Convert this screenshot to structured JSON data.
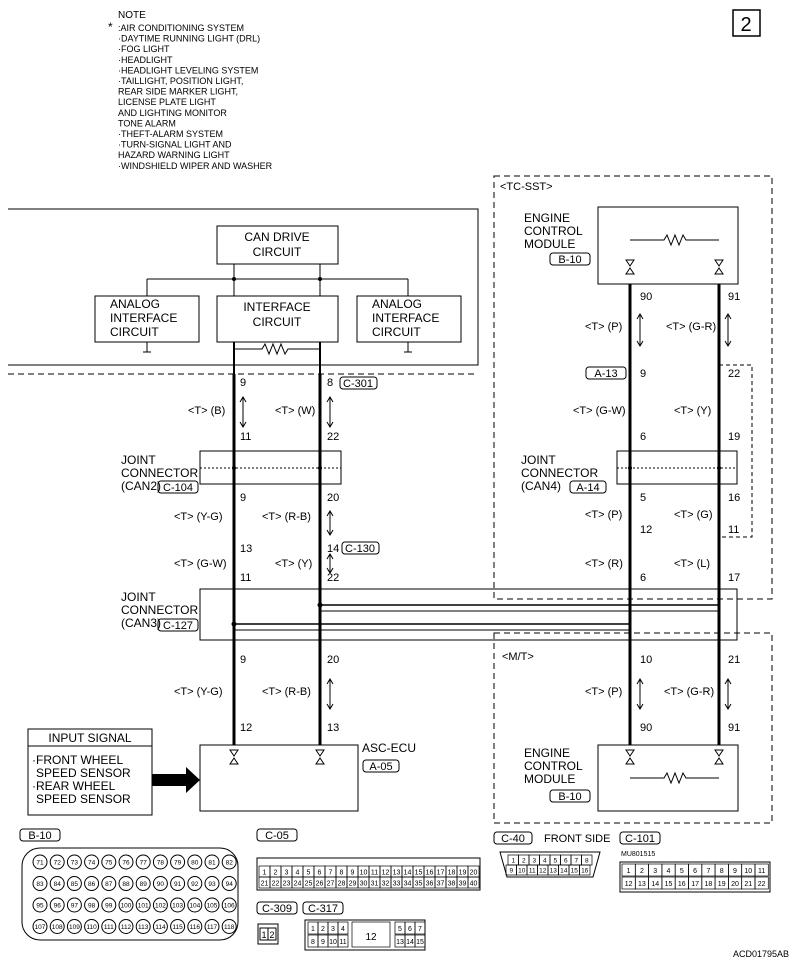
{
  "page_number": "2",
  "footer_code": "ACD01795AB",
  "note": {
    "title": "NOTE",
    "star": "*",
    "items": [
      ":AIR CONDITIONING SYSTEM",
      "·DAYTIME RUNNING LIGHT (DRL)",
      "·FOG LIGHT",
      "·HEADLIGHT",
      "·HEADLIGHT LEVELING SYSTEM",
      "·TAILLIGHT, POSITION LIGHT,",
      "REAR SIDE MARKER LIGHT,",
      "LICENSE PLATE LIGHT",
      "AND LIGHTING MONITOR",
      "TONE ALARM",
      "·THEFT-ALARM SYSTEM",
      "·TURN-SIGNAL LIGHT AND",
      "HAZARD WARNING LIGHT",
      "·WINDSHIELD WIPER AND WASHER"
    ]
  },
  "tc_sst_label": "<TC-SST>",
  "mt_label": "<M/T>",
  "can_drive": [
    "CAN DRIVE",
    "CIRCUIT"
  ],
  "interface_circuit": [
    "INTERFACE",
    "CIRCUIT"
  ],
  "analog_left": [
    "ANALOG",
    "INTERFACE",
    "CIRCUIT"
  ],
  "analog_right": [
    "ANALOG",
    "INTERFACE",
    "CIRCUIT"
  ],
  "ecm_top": {
    "lines": [
      "ENGINE",
      "CONTROL",
      "MODULE"
    ],
    "connector": "B-10"
  },
  "ecm_bottom": {
    "lines": [
      "ENGINE",
      "CONTROL",
      "MODULE"
    ],
    "connector": "B-10"
  },
  "jc_can2": {
    "lines": [
      "JOINT",
      "CONNECTOR",
      "(CAN2)"
    ],
    "connector": "C-104"
  },
  "jc_can3": {
    "lines": [
      "JOINT",
      "CONNECTOR",
      "(CAN3)"
    ],
    "connector": "C-127"
  },
  "jc_can4": {
    "lines": [
      "JOINT",
      "CONNECTOR",
      "(CAN4)"
    ],
    "connector": "A-14"
  },
  "asc_ecu": {
    "name": "ASC-ECU",
    "connector": "A-05"
  },
  "input_signal": {
    "title": "INPUT SIGNAL",
    "lines": [
      "·FRONT WHEEL",
      "SPEED SENSOR",
      "·REAR WHEEL",
      "SPEED SENSOR"
    ]
  },
  "left_wires": {
    "pins_row1": [
      "9",
      "8"
    ],
    "conn_c301": "C-301",
    "colors1": [
      "<T> (B)",
      "<T> (W)"
    ],
    "pins_row2": [
      "11",
      "22"
    ],
    "pins_row3": [
      "9",
      "20"
    ],
    "colors3": [
      "<T> (Y-G)",
      "<T> (R-B)"
    ],
    "pins_row4": [
      "13",
      "14"
    ],
    "conn_c130": "C-130",
    "colors4": [
      "<T> (G-W)",
      "<T> (Y)"
    ],
    "pins_row5": [
      "11",
      "22"
    ],
    "pins_row6": [
      "9",
      "20"
    ],
    "colors6": [
      "<T> (Y-G)",
      "<T> (R-B)"
    ],
    "pins_row7": [
      "12",
      "13"
    ]
  },
  "right_wires": {
    "pins_r1": [
      "90",
      "91"
    ],
    "colors_r1": [
      "<T> (P)",
      "<T> (G-R)"
    ],
    "conn_a13": "A-13",
    "pins_r2": [
      "9",
      "22"
    ],
    "colors_r2": [
      "<T> (G-W)",
      "<T> (Y)"
    ],
    "pins_r3": [
      "6",
      "19"
    ],
    "pins_r4": [
      "5",
      "16"
    ],
    "colors_r4": [
      "<T> (P)",
      "<T> (G)"
    ],
    "pins_r5": [
      "12",
      "11"
    ],
    "colors_r5": [
      "<T> (R)",
      "<T> (L)"
    ],
    "pins_r6": [
      "6",
      "17"
    ],
    "pins_r7": [
      "10",
      "21"
    ],
    "colors_r7": [
      "<T> (P)",
      "<T> (G-R)"
    ],
    "pins_r8": [
      "90",
      "91"
    ]
  },
  "connectors_bottom": {
    "b10": {
      "label": "B-10",
      "rows": [
        [
          "71",
          "72",
          "73",
          "74",
          "75",
          "76",
          "77",
          "78",
          "79",
          "80",
          "81",
          "82"
        ],
        [
          "83",
          "84",
          "85",
          "86",
          "87",
          "88",
          "89",
          "90",
          "91",
          "92",
          "93",
          "94"
        ],
        [
          "95",
          "96",
          "97",
          "98",
          "99",
          "100",
          "101",
          "102",
          "103",
          "104",
          "105",
          "106"
        ],
        [
          "107",
          "108",
          "109",
          "110",
          "111",
          "112",
          "113",
          "114",
          "115",
          "116",
          "117",
          "118"
        ]
      ]
    },
    "c05": {
      "label": "C-05",
      "row1": [
        "1",
        "2",
        "3",
        "4",
        "5",
        "6",
        "7",
        "8",
        "9",
        "10",
        "11",
        "12",
        "13",
        "14",
        "15",
        "16",
        "17",
        "18",
        "19",
        "20"
      ],
      "row2": [
        "21",
        "22",
        "23",
        "24",
        "25",
        "26",
        "27",
        "28",
        "29",
        "30",
        "31",
        "32",
        "33",
        "34",
        "35",
        "36",
        "37",
        "38",
        "39",
        "40"
      ]
    },
    "c40": {
      "label": "C-40",
      "side": "FRONT SIDE",
      "row1": [
        "1",
        "2",
        "3",
        "4",
        "5",
        "6",
        "7",
        "8"
      ],
      "row2": [
        "9",
        "10",
        "11",
        "12",
        "13",
        "14",
        "15",
        "16"
      ]
    },
    "c101": {
      "label": "C-101",
      "part": "MU801515",
      "row1": [
        "1",
        "2",
        "3",
        "4",
        "5",
        "6",
        "7",
        "8",
        "9",
        "10",
        "11"
      ],
      "row2": [
        "12",
        "13",
        "14",
        "15",
        "16",
        "17",
        "18",
        "19",
        "20",
        "21",
        "22"
      ]
    },
    "c309": {
      "label": "C-309",
      "pins": [
        "1",
        "2"
      ]
    },
    "c317": {
      "label": "C-317",
      "row1": [
        "1",
        "2",
        "3",
        "4",
        "5",
        "6",
        "7"
      ],
      "row2": [
        "8",
        "9",
        "10",
        "11",
        "13",
        "14",
        "15"
      ],
      "mid": "12"
    }
  }
}
